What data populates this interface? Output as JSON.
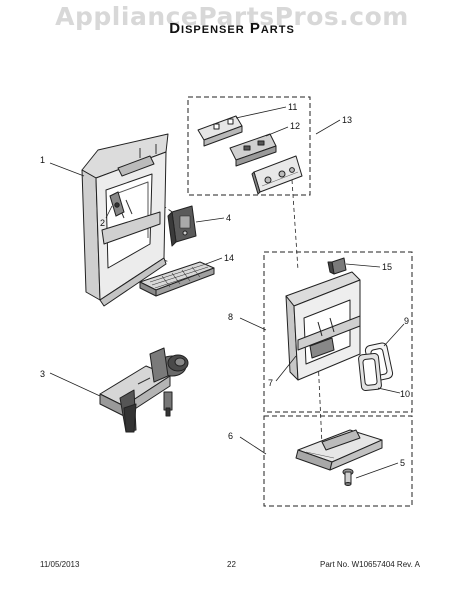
{
  "header": {
    "watermark": "AppliancePartsPros.com",
    "title": "Dispenser Parts"
  },
  "callouts": [
    "1",
    "2",
    "3",
    "4",
    "5",
    "6",
    "7",
    "8",
    "9",
    "10",
    "11",
    "12",
    "13",
    "14",
    "15"
  ],
  "footer": {
    "date": "11/05/2013",
    "page_number": "22",
    "part_number": "Part No. W10657404 Rev. A"
  },
  "colors": {
    "line": "#222222",
    "part_fill": "#ececec",
    "part_shade": "#9a9a9a",
    "part_dark": "#4a4a4a",
    "watermark": "#d8d8d8"
  }
}
